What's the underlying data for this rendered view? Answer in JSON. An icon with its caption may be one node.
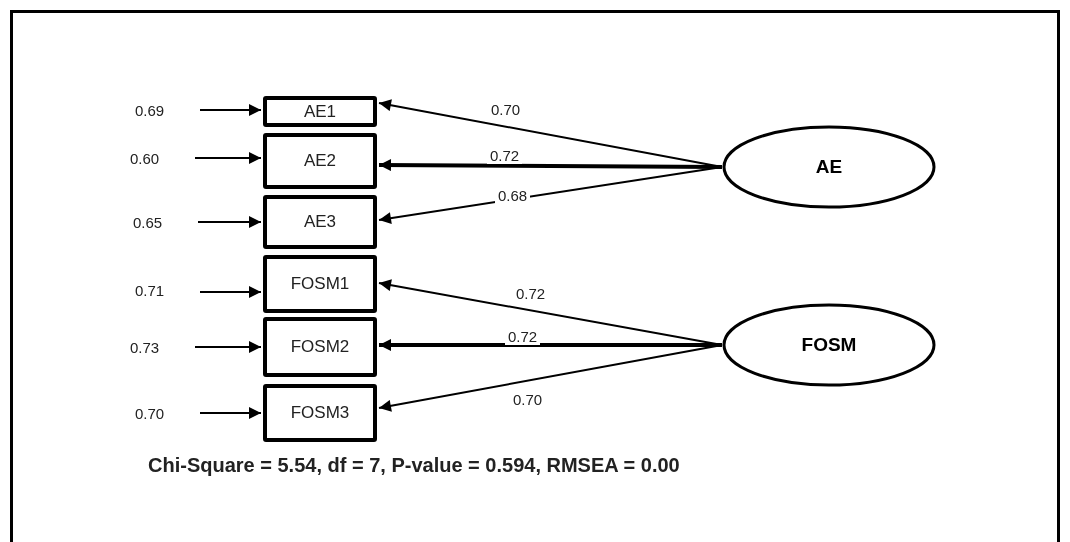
{
  "diagram": {
    "caption": "Chi-Square = 5.54, df = 7, P-value = 0.594, RMSEA = 0.00",
    "nodes": [
      {
        "text": [
          "AE1"
        ]
      },
      {
        "text": [
          "AE2"
        ]
      },
      {
        "text": [
          "AE3"
        ]
      },
      {
        "text": [
          "FOSM1"
        ]
      },
      {
        "text": [
          "FOSM2"
        ]
      },
      {
        "text": [
          "FOSM3"
        ]
      },
      {
        "text": [
          "AE"
        ]
      },
      {
        "text": [
          "FOSM"
        ]
      },
      {
        "text": [
          "0.69"
        ]
      },
      {
        "text": [
          "0.60"
        ]
      },
      {
        "text": [
          "0.65"
        ]
      },
      {
        "text": [
          "0.71"
        ]
      },
      {
        "text": [
          "0.73"
        ]
      },
      {
        "text": [
          "0.70"
        ]
      }
    ],
    "edges": [
      {
        "from": 6,
        "to": 0,
        "arrow": "to",
        "label": "0.70"
      },
      {
        "from": 6,
        "to": 1,
        "arrow": "to",
        "label": "0.72",
        "style": "thick"
      },
      {
        "from": 6,
        "to": 2,
        "arrow": "to",
        "label": "0.68"
      },
      {
        "from": 7,
        "to": 3,
        "arrow": "to",
        "label": "0.72"
      },
      {
        "from": 7,
        "to": 4,
        "arrow": "to",
        "label": "0.72",
        "style": "thick"
      },
      {
        "from": 7,
        "to": 5,
        "arrow": "to",
        "label": "0.70"
      },
      {
        "from": 8,
        "to": 0,
        "arrow": "to"
      },
      {
        "from": 9,
        "to": 1,
        "arrow": "to"
      },
      {
        "from": 10,
        "to": 2,
        "arrow": "to"
      },
      {
        "from": 11,
        "to": 3,
        "arrow": "to"
      },
      {
        "from": 12,
        "to": 4,
        "arrow": "to"
      },
      {
        "from": 13,
        "to": 5,
        "arrow": "to"
      }
    ]
  }
}
